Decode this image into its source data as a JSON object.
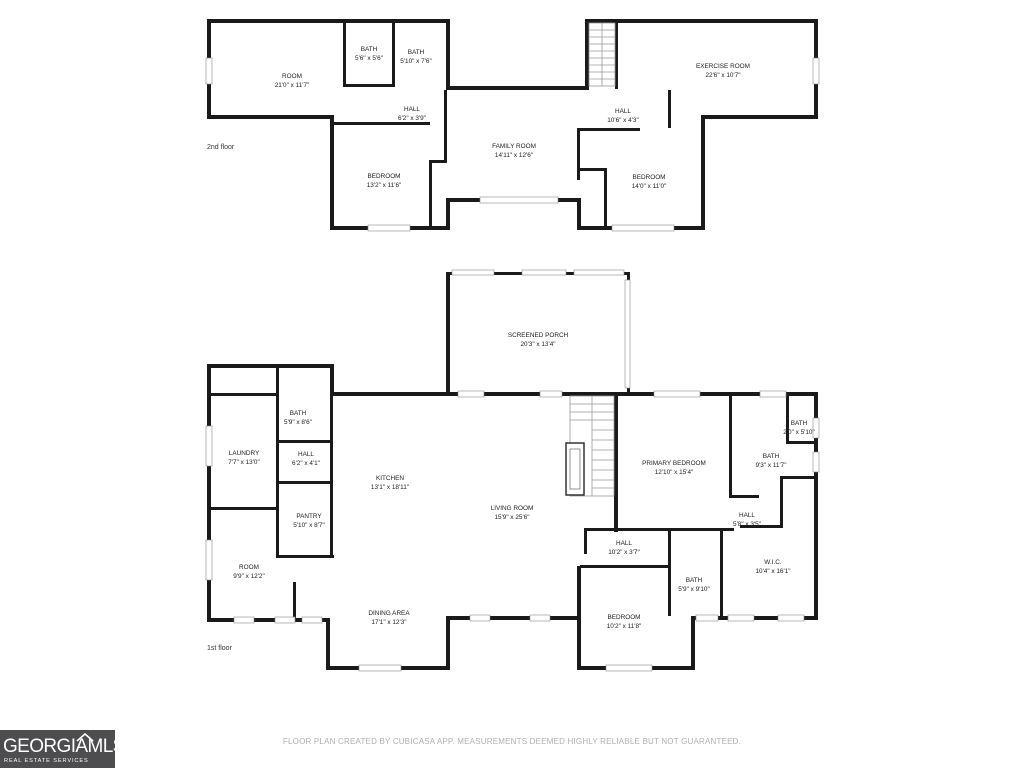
{
  "floors": [
    {
      "label": "2nd floor",
      "rooms": [
        {
          "name": "ROOM",
          "dims": "21'0\" x 11'7\""
        },
        {
          "name": "BATH",
          "dims": "5'6\" x 5'6\""
        },
        {
          "name": "BATH",
          "dims": "5'10\" x 7'6\""
        },
        {
          "name": "HALL",
          "dims": "6'2\" x 3'9\""
        },
        {
          "name": "EXERCISE ROOM",
          "dims": "22'6\" x 10'7\""
        },
        {
          "name": "HALL",
          "dims": "10'6\" x 4'3\""
        },
        {
          "name": "FAMILY ROOM",
          "dims": "14'11\" x 12'6\""
        },
        {
          "name": "BEDROOM",
          "dims": "13'2\" x 11'6\""
        },
        {
          "name": "BEDROOM",
          "dims": "14'0\" x 11'0\""
        }
      ]
    },
    {
      "label": "1st floor",
      "rooms": [
        {
          "name": "SCREENED PORCH",
          "dims": "20'3\" x 13'4\""
        },
        {
          "name": "BATH",
          "dims": "5'9\" x 8'6\""
        },
        {
          "name": "LAUNDRY",
          "dims": "7'7\" x 13'0\""
        },
        {
          "name": "HALL",
          "dims": "6'2\" x 4'1\""
        },
        {
          "name": "KITCHEN",
          "dims": "13'1\" x 18'11\""
        },
        {
          "name": "PANTRY",
          "dims": "5'10\" x 8'7\""
        },
        {
          "name": "ROOM",
          "dims": "9'9\" x 12'2\""
        },
        {
          "name": "DINING AREA",
          "dims": "17'1\" x 12'3\""
        },
        {
          "name": "LIVING ROOM",
          "dims": "15'9\" x 25'6\""
        },
        {
          "name": "PRIMARY BEDROOM",
          "dims": "12'10\" x 15'4\""
        },
        {
          "name": "BATH",
          "dims": "2'0\" x 5'10\""
        },
        {
          "name": "BATH",
          "dims": "9'3\" x 11'7\""
        },
        {
          "name": "HALL",
          "dims": "5'8\" x 3'5\""
        },
        {
          "name": "HALL",
          "dims": "10'2\" x 3'7\""
        },
        {
          "name": "W.I.C.",
          "dims": "10'4\" x 16'1\""
        },
        {
          "name": "BATH",
          "dims": "5'9\" x 9'10\""
        },
        {
          "name": "BEDROOM",
          "dims": "10'2\" x 11'8\""
        }
      ]
    }
  ],
  "footer_note": "FLOOR PLAN CREATED BY CUBICASA APP. MEASUREMENTS DEEMED HIGHLY RELIABLE BUT NOT GUARANTEED.",
  "logo": {
    "main": "GEORGIAMLS",
    "sub": "REAL ESTATE SERVICES"
  },
  "colors": {
    "wall": "#1a1a1a",
    "background": "#ffffff",
    "logo_bg": "#4d4d4f",
    "footer_text": "#b0b0b0"
  }
}
